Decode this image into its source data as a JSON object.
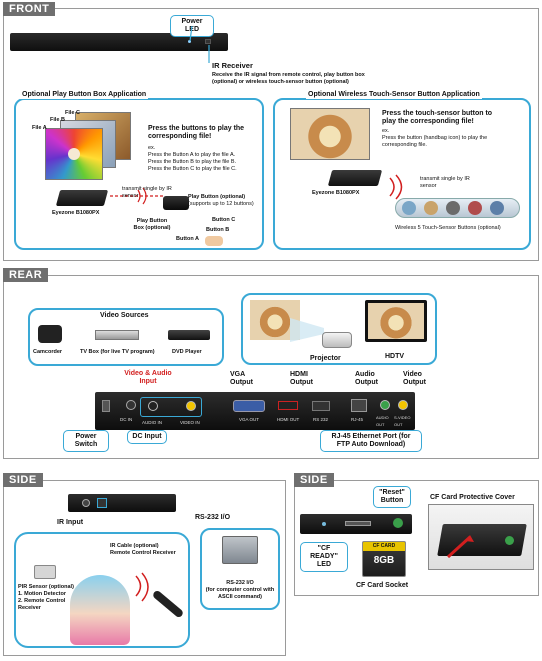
{
  "front": {
    "title": "FRONT",
    "power_led": "Power LED",
    "ir_receiver": "IR Receiver",
    "ir_desc": "Receive the IR signal from remote control, play button box (optional) or wireless touch-sensor button (optional)",
    "play_box_title": "Optional Play Button Box Application",
    "touch_title": "Optional Wireless Touch-Sensor Button Application",
    "file_a": "File A",
    "file_b": "File B",
    "file_c": "File C",
    "press_buttons": "Press the buttons to play the corresponding file!",
    "ex_text": "ex.\nPress the Button A to play the file A.\nPress the Button B to play the file B.\nPress the Button C to play the file C.",
    "eyezone": "Eyezone B1080PX",
    "transmit": "transmit single by IR sensor",
    "play_button": "Play Button (optional)",
    "supports": "(supports up to 12 buttons)",
    "play_button_box": "Play Button Box (optional)",
    "button_a": "Button A",
    "button_b": "Button B",
    "button_c": "Button C",
    "touch_press": "Press the touch-sensor button to play the corresponding file!",
    "touch_ex": "ex.\nPress the button (handbag icon) to play the corresponding file.",
    "eyezone2": "Eyezone B1080PX",
    "transmit2": "transmit single by IR sensor",
    "wireless_buttons": "Wireless 5 Touch-Sensor Buttons (optional)"
  },
  "rear": {
    "title": "REAR",
    "video_sources": "Video Sources",
    "camcorder": "Camcorder",
    "tv_box": "TV Box (for live TV program)",
    "dvd_player": "DVD Player",
    "projector": "Projector",
    "hdtv": "HDTV",
    "video_audio_input": "Video & Audio Input",
    "vga_output": "VGA Output",
    "hdmi_output": "HDMI Output",
    "audio_output": "Audio Output",
    "video_output": "Video Output",
    "power_switch": "Power Switch",
    "dc_input": "DC Input",
    "rj45": "RJ-45 Ethernet Port (for FTP Auto Download)",
    "port_dc": "DC IN",
    "port_audio_in": "AUDIO IN",
    "port_video_in": "VIDEO IN",
    "port_vga": "VGA OUT",
    "port_hdmi": "HDMI OUT",
    "port_rs232": "RS 232",
    "port_rj45": "RJ-45",
    "port_audio_out": "AUDIO OUT",
    "port_video_out": "S-VIDEO OUT"
  },
  "side1": {
    "title": "SIDE",
    "ir_input": "IR Input",
    "rs232_io": "RS-232 I/O",
    "ir_cable": "IR Cable (optional) Remote Control Receiver",
    "pir_sensor": "PIR Sensor (optional)\n1. Motion Detector\n2. Remote Control Receiver",
    "rs232_desc": "RS-232 I/O\n(for computer control with ASCII command)"
  },
  "side2": {
    "title": "SIDE",
    "reset_button": "\"Reset\" Button",
    "cf_ready": "\"CF READY\" LED",
    "cf_socket": "CF Card Socket",
    "cf_cover": "CF Card Protective Cover",
    "cf_card_label": "CF CARD",
    "cf_card_size": "8GB"
  },
  "colors": {
    "accent": "#3aa9d6",
    "title_bar": "#6f6f6f",
    "highlight_red": "#d21f1f",
    "device": "#1a1a1a"
  }
}
